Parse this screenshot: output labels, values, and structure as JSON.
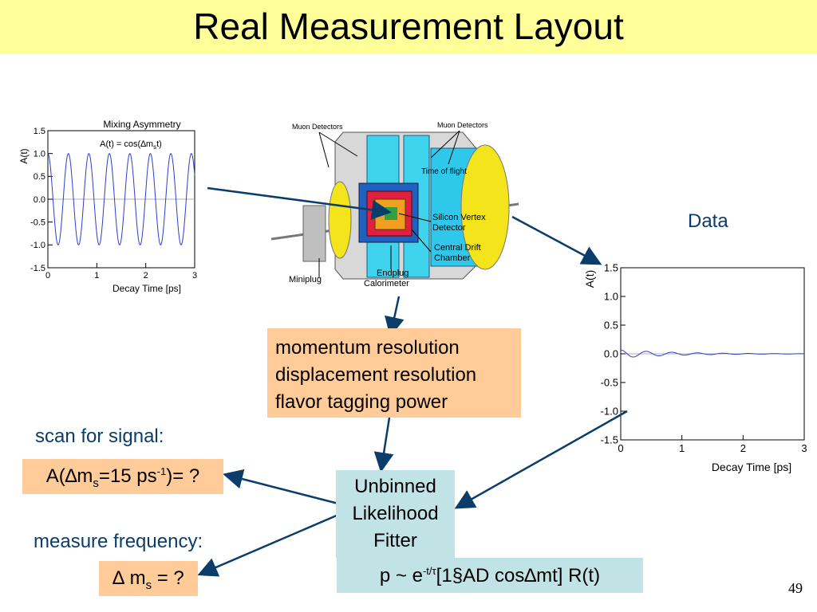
{
  "slide": {
    "title": "Real Measurement Layout",
    "page_number": "49",
    "data_label": "Data",
    "scan_label": "scan for signal:",
    "measure_label": "measure frequency:",
    "resolution_box": [
      "momentum resolution",
      "displacement resolution",
      "flavor tagging power"
    ],
    "fitter_box": [
      "Unbinned",
      "Likelihood",
      "Fitter"
    ],
    "asym_box": {
      "pre": "A(∆m",
      "sub": "s",
      "mid": "=15 ps",
      "sup": "-1",
      "post": ")= ?"
    },
    "dms_box": {
      "pre": "∆ m",
      "sub": "s",
      "post": " = ?"
    },
    "formula_box": {
      "pre": "p ~ e",
      "sup": "-t/τ",
      "post": "[1§AD cos∆mt]  R(t)"
    }
  },
  "detector": {
    "labels": {
      "muon_left": "Muon Detectors",
      "muon_right": "Muon Detectors",
      "tof": "Time of flight",
      "svx1": "Silicon Vertex",
      "svx2": "Detector",
      "cdc1": "Central Drift",
      "cdc2": "Chamber",
      "miniplug": "Miniplug",
      "endplug1": "Endplug",
      "endplug2": "Calorimeter"
    }
  },
  "chart_data": [
    {
      "type": "line",
      "title": "Mixing Asymmetry",
      "subtitle": "A(t) = cos(∆mst)",
      "xlabel": "Decay Time [ps]",
      "ylabel": "A(t)",
      "xlim": [
        0,
        3
      ],
      "ylim": [
        -1.5,
        1.5
      ],
      "xticks": [
        "0",
        "1",
        "2",
        "3"
      ],
      "yticks": [
        "1.5",
        "1.0",
        "0.5",
        "0.0",
        "-0.5",
        "-1.0",
        "-1.5"
      ],
      "series": [
        {
          "function": "cos(dms*t)",
          "dms": 15,
          "color": "#2b3fd0"
        }
      ]
    },
    {
      "type": "line",
      "xlabel": "Decay Time [ps]",
      "ylabel": "A(t)",
      "xlim": [
        0,
        3
      ],
      "ylim": [
        -1.5,
        1.5
      ],
      "xticks": [
        "0",
        "1",
        "2",
        "3"
      ],
      "yticks": [
        "1.5",
        "1.0",
        "0.5",
        "0.0",
        "-0.5",
        "-1.0",
        "-1.5"
      ],
      "series": [
        {
          "function": "A*exp(-t/tau)*cos(dms*t)",
          "amplitude": 0.07,
          "tau": 0.9,
          "dms": 15,
          "color": "#2b3fd0"
        }
      ]
    }
  ]
}
